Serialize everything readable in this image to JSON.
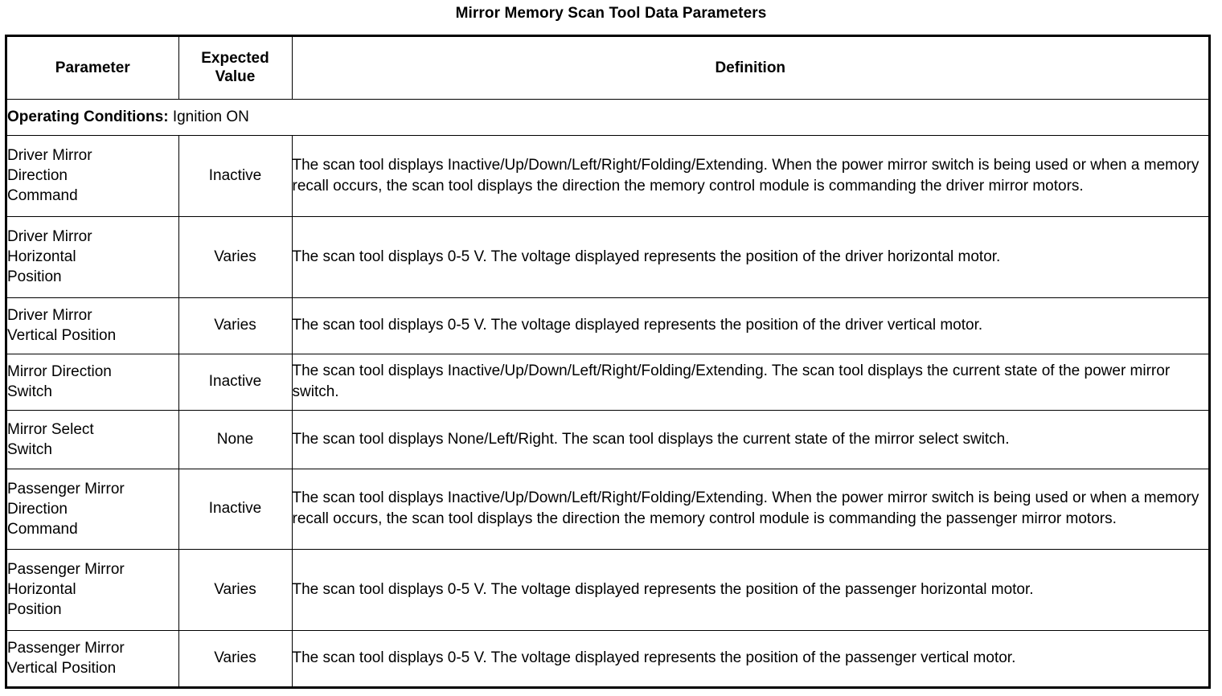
{
  "document": {
    "title": "Mirror Memory Scan Tool Data Parameters"
  },
  "table": {
    "headers": {
      "parameter": "Parameter",
      "expected_value": "Expected\nValue",
      "expected_value_line1": "Expected",
      "expected_value_line2": "Value",
      "definition": "Definition"
    },
    "operating_conditions": {
      "label": "Operating Conditions:",
      "value": "Ignition ON"
    },
    "rows": [
      {
        "parameter": "Driver Mirror Direction Command",
        "parameter_lines": [
          "Driver Mirror",
          "Direction",
          "Command"
        ],
        "expected_value": "Inactive",
        "definition": "The scan tool displays Inactive/Up/Down/Left/Right/Folding/Extending. When the power mirror switch is being used or when a memory recall occurs, the scan tool displays the direction the memory control module is commanding the driver mirror motors."
      },
      {
        "parameter": "Driver Mirror Horizontal Position",
        "parameter_lines": [
          "Driver Mirror",
          "Horizontal",
          "Position"
        ],
        "expected_value": "Varies",
        "definition": "The scan tool displays 0-5 V. The voltage displayed represents the position of the driver horizontal motor."
      },
      {
        "parameter": "Driver Mirror Vertical Position",
        "parameter_lines": [
          "Driver Mirror",
          "Vertical Position"
        ],
        "expected_value": "Varies",
        "definition": "The scan tool displays 0-5 V. The voltage displayed represents the position of the driver vertical motor."
      },
      {
        "parameter": "Mirror Direction Switch",
        "parameter_lines": [
          "Mirror Direction",
          "Switch"
        ],
        "expected_value": "Inactive",
        "definition": "The scan tool displays Inactive/Up/Down/Left/Right/Folding/Extending. The scan tool displays the current state of the power mirror switch."
      },
      {
        "parameter": "Mirror Select Switch",
        "parameter_lines": [
          "Mirror Select",
          "Switch"
        ],
        "expected_value": "None",
        "definition": "The scan tool displays None/Left/Right. The scan tool displays the current state of the mirror select switch."
      },
      {
        "parameter": "Passenger Mirror Direction Command",
        "parameter_lines": [
          "Passenger Mirror",
          "Direction",
          "Command"
        ],
        "expected_value": "Inactive",
        "definition": "The scan tool displays Inactive/Up/Down/Left/Right/Folding/Extending. When the power mirror switch is being used or when a memory recall occurs, the scan tool displays the direction the memory control module is commanding the passenger mirror motors."
      },
      {
        "parameter": "Passenger Mirror Horizontal Position",
        "parameter_lines": [
          "Passenger Mirror",
          "Horizontal",
          "Position"
        ],
        "expected_value": "Varies",
        "definition": "The scan tool displays 0-5 V. The voltage displayed represents the position of the passenger horizontal motor."
      },
      {
        "parameter": "Passenger Mirror Vertical Position",
        "parameter_lines": [
          "Passenger Mirror",
          "Vertical Position"
        ],
        "expected_value": "Varies",
        "definition": "The scan tool displays 0-5 V. The voltage displayed represents the position of the passenger vertical motor."
      }
    ]
  },
  "colors": {
    "text": "#000000",
    "background": "#ffffff",
    "border": "#000000"
  }
}
